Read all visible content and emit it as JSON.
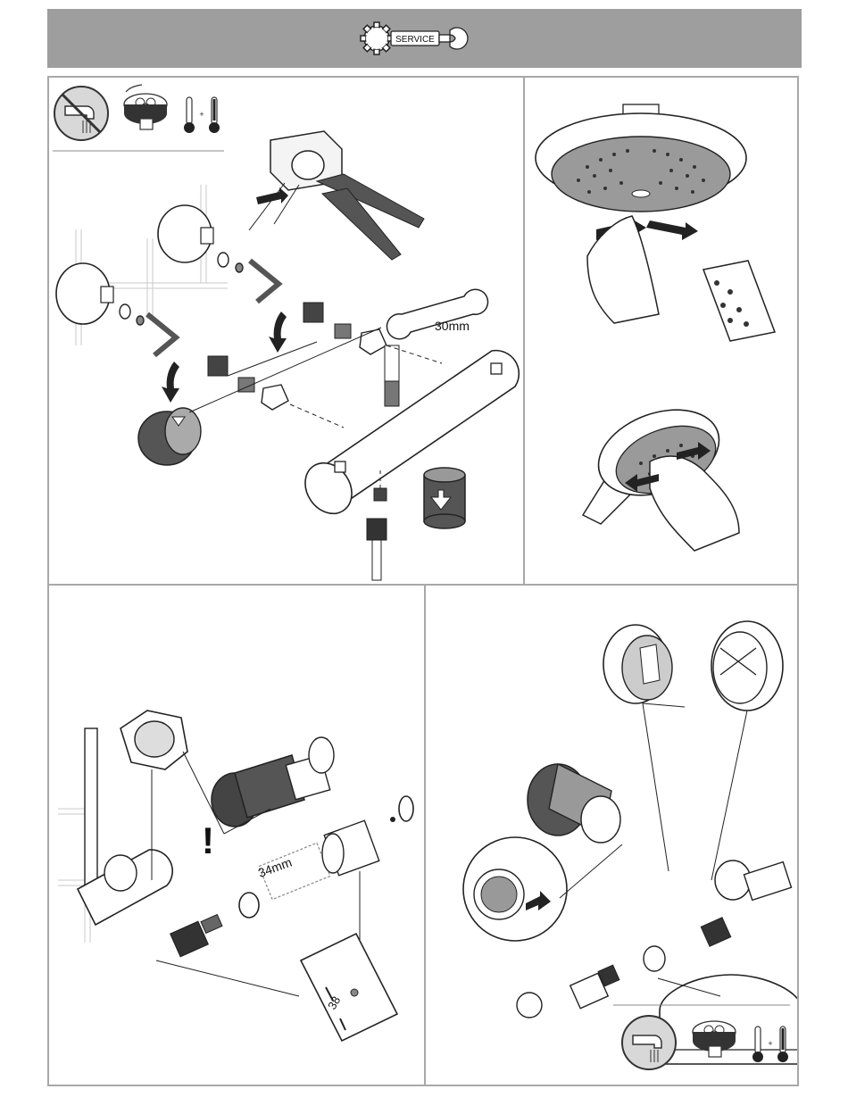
{
  "header": {
    "badge_label": "SERVICE",
    "badge_icon": "gear-with-wrench-icon",
    "background_color": "#9e9e9e"
  },
  "panel_top_left": {
    "icons": [
      "no-faucet-icon",
      "rotate-cartridge-icon",
      "thermometer-plus-icon"
    ],
    "plus_sign": "+",
    "wrench_size_label": "30mm"
  },
  "panel_top_right": {
    "steps": [
      "rub-shower-head-nozzles",
      "rub-hand-shower-nozzles"
    ]
  },
  "panel_bottom_left": {
    "warning_mark": "!",
    "wrench_size_label": "34mm",
    "dial_value": "38"
  },
  "panel_bottom_right": {
    "icons": [
      "faucet-icon",
      "rotate-cartridge-icon",
      "thermometer-plus-icon"
    ],
    "plus_sign": "+"
  }
}
